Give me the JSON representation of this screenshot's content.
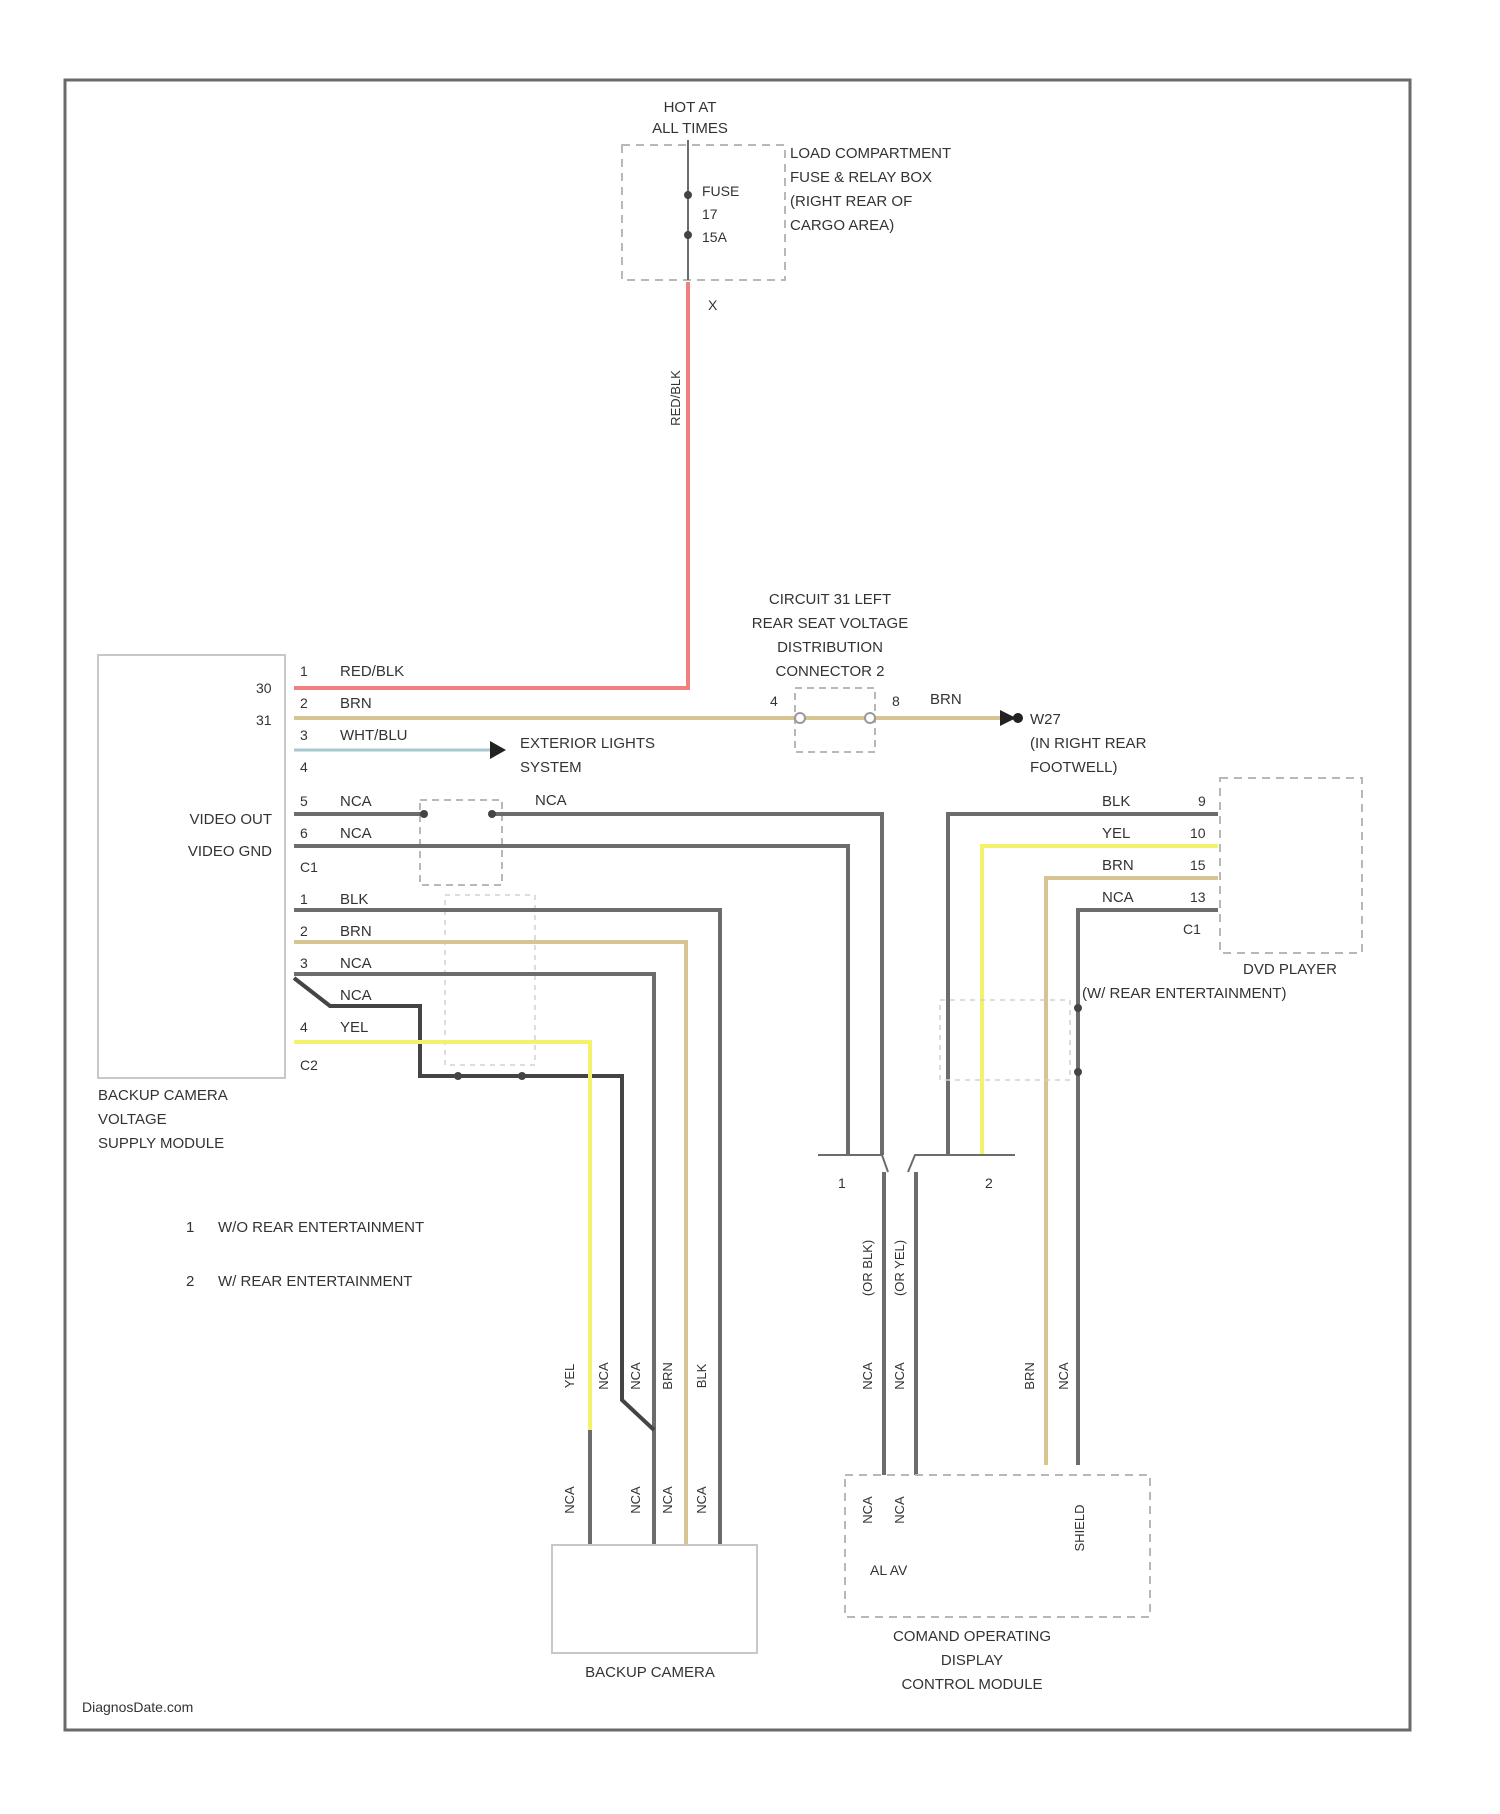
{
  "title": "",
  "footer": "DiagnosDate.com",
  "fuse_box": {
    "supply": [
      "HOT AT",
      "ALL TIMES"
    ],
    "name": [
      "LOAD COMPARTMENT",
      "FUSE & RELAY BOX",
      "(RIGHT REAR OF",
      "CARGO AREA)"
    ],
    "fuse": [
      "FUSE",
      "17",
      "15A"
    ],
    "pin": "X",
    "wire": "RED/BLK"
  },
  "distribution": {
    "name": [
      "CIRCUIT 31 LEFT",
      "REAR SEAT VOLTAGE",
      "DISTRIBUTION",
      "CONNECTOR 2"
    ],
    "pin_left": "4",
    "pin_right": "8",
    "wire_out": "BRN"
  },
  "ground": {
    "name": [
      "W27",
      "(IN RIGHT REAR",
      "FOOTWELL)"
    ]
  },
  "exterior": {
    "name": [
      "EXTERIOR LIGHTS",
      "SYSTEM"
    ]
  },
  "bcvsm": {
    "name": [
      "BACKUP CAMERA",
      "VOLTAGE",
      "SUPPLY MODULE"
    ],
    "video_out": "VIDEO OUT",
    "video_gnd": "VIDEO GND",
    "pin_30": "30",
    "pin_31": "31",
    "c1": "C1",
    "c2": "C2",
    "c1_rows": [
      {
        "pin": "1",
        "wire": "RED/BLK"
      },
      {
        "pin": "2",
        "wire": "BRN"
      },
      {
        "pin": "3",
        "wire": "WHT/BLU"
      },
      {
        "pin": "4",
        "wire": ""
      },
      {
        "pin": "5",
        "wire": "NCA"
      },
      {
        "pin": "6",
        "wire": "NCA"
      }
    ],
    "c2_rows": [
      {
        "pin": "1",
        "wire": "BLK"
      },
      {
        "pin": "2",
        "wire": "BRN"
      },
      {
        "pin": "3",
        "wire": "NCA"
      },
      {
        "pin": "",
        "wire": "NCA"
      },
      {
        "pin": "4",
        "wire": "YEL"
      }
    ],
    "nca_out": "NCA"
  },
  "dvd": {
    "name": [
      "DVD PLAYER",
      "(W/ REAR ENTERTAINMENT)"
    ],
    "c1": "C1",
    "rows": [
      {
        "wire": "BLK",
        "pin": "9"
      },
      {
        "wire": "YEL",
        "pin": "10"
      },
      {
        "wire": "BRN",
        "pin": "15"
      },
      {
        "wire": "NCA",
        "pin": "13"
      }
    ]
  },
  "notes": [
    {
      "num": "1",
      "text": "W/O REAR ENTERTAINMENT"
    },
    {
      "num": "2",
      "text": "W/ REAR ENTERTAINMENT"
    }
  ],
  "option_marks": [
    "1",
    "2"
  ],
  "camera": {
    "name": "BACKUP CAMERA",
    "upper_labels": [
      "YEL",
      "NCA",
      "NCA",
      "BRN",
      "BLK"
    ],
    "lower_labels": [
      "NCA",
      "NCA",
      "NCA",
      "NCA"
    ]
  },
  "ccm": {
    "name": [
      "COMAND OPERATING",
      "DISPLAY",
      "CONTROL MODULE"
    ],
    "upper_labels": [
      "(OR BLK)",
      "(OR YEL)"
    ],
    "mid_labels": [
      "NCA",
      "NCA",
      "BRN",
      "NCA"
    ],
    "lower_labels": [
      "NCA",
      "NCA"
    ],
    "shield_label": "SHIELD",
    "inner": "AL  AV"
  },
  "colors": {
    "frame": "#6a6a6a",
    "red_wire": "#f08080",
    "brown_wire": "#d8c490",
    "yellow_wire": "#f4f26a",
    "gray_wire": "#6c6c6c",
    "blue_wire": "#a8c8cc",
    "dashed": "#b8b8b8"
  }
}
